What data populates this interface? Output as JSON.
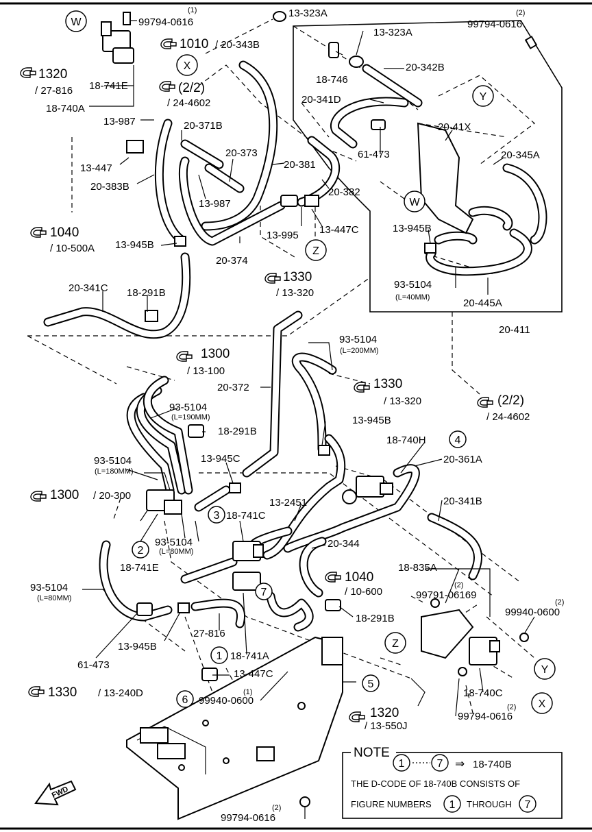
{
  "labels": {
    "l1": "99794-0616",
    "l1n": "(1)",
    "l2": "13-323A",
    "l3": "13-323A",
    "l4": "99794-0616",
    "l4n": "(2)",
    "l5": "1010",
    "l5b": "/ 20-343B",
    "l6": "18-746",
    "l7": "20-342B",
    "l8": "1320",
    "l8b": "/ 27-816",
    "l9": "18-741E",
    "l10": "(2/2)",
    "l10b": "/ 24-4602",
    "l11": "20-341D",
    "l12": "18-740A",
    "l13": "13-987",
    "l14": "20-371B",
    "l15": "20-41X",
    "l16": "20-373",
    "l17": "13-447",
    "l18": "20-381",
    "l19": "61-473",
    "l20": "20-345A",
    "l21": "20-383B",
    "l22": "20-382",
    "l23": "13-987",
    "l24": "1040",
    "l24b": "/ 10-500A",
    "l25": "13-995",
    "l26": "13-447C",
    "l27": "13-945B",
    "l28": "13-945B",
    "l29": "20-374",
    "l30": "1330",
    "l30b": "/ 13-320",
    "l31": "93-5104",
    "l31b": "(L=40MM)",
    "l32": "20-341C",
    "l33": "18-291B",
    "l34": "20-445A",
    "l35": "20-411",
    "l36": "93-5104",
    "l36b": "(L=200MM)",
    "l37": "1300",
    "l37b": "/ 13-100",
    "l38": "20-372",
    "l39": "1330",
    "l39b": "/ 13-320",
    "l40": "(2/2)",
    "l40b": "/ 24-4602",
    "l41": "93-5104",
    "l41b": "(L=190MM)",
    "l42": "18-291B",
    "l43": "13-945B",
    "l44": "18-740H",
    "l45": "20-361A",
    "l46": "93-5104",
    "l46b": "(L=180MM)",
    "l47": "13-945C",
    "l48": "1300",
    "l48b": "/ 20-300",
    "l49": "13-2451",
    "l50": "20-341B",
    "l51": "18-741C",
    "l52": "93-5104",
    "l52b": "(L=80MM)",
    "l53": "20-344",
    "l54": "18-741E",
    "l55": "1040",
    "l55b": "/ 10-600",
    "l56": "18-835A",
    "l57": "93-5104",
    "l57b": "(L=80MM)",
    "l58": "99791-06169",
    "l58n": "(2)",
    "l59": "99940-0600",
    "l59n": "(2)",
    "l60": "18-291B",
    "l61": "27-816",
    "l62": "13-945B",
    "l63": "18-741A",
    "l64": "61-473",
    "l65": "13-447C",
    "l66": "1330",
    "l66b": "/ 13-240D",
    "l67": "99940-0600",
    "l67n": "(1)",
    "l68": "18-740C",
    "l69": "99794-0616",
    "l69n": "(2)",
    "l70": "1320",
    "l70b": "/ 13-550J",
    "l71": "99794-0616",
    "l71n": "(2)"
  },
  "markers": {
    "W": "W",
    "X": "X",
    "Y": "Y",
    "Z": "Z",
    "n1": "1",
    "n2": "2",
    "n3": "3",
    "n4": "4",
    "n5": "5",
    "n6": "6",
    "n7": "7"
  },
  "note": {
    "title": "NOTE",
    "range_from": "1",
    "range_to": "7",
    "arrow": "⇒",
    "target": "18-740B",
    "line2": "THE D-CODE OF 18-740B CONSISTS OF",
    "line3a": "FIGURE NUMBERS",
    "line3b": "THROUGH",
    "line3_from": "1",
    "line3_to": "7"
  },
  "fwd": "FWD"
}
